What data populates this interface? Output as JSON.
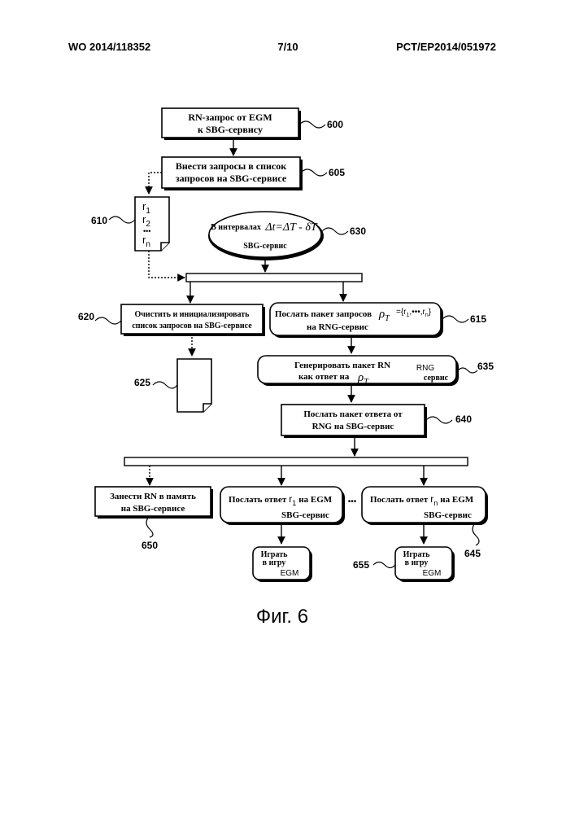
{
  "header": {
    "left": "WO 2014/118352",
    "center": "7/10",
    "right": "PCT/EP2014/051972"
  },
  "nodes": {
    "n600": {
      "line1": "RN-запрос от EGM",
      "line2": "к SBG-сервису",
      "ref": "600"
    },
    "n605": {
      "line1": "Внести запросы в список",
      "line2": "запросов на SBG-сервисе",
      "ref": "605"
    },
    "n610": {
      "r1": "r",
      "r1_sub": "1",
      "r2": "r",
      "r2_sub": "2",
      "dots": "•••",
      "rn": "r",
      "rn_sub": "n",
      "ref": "610"
    },
    "n630": {
      "prefix": "В интервалах",
      "formula": "Δt=ΔT - δT",
      "line2": "SBG-сервис",
      "ref": "630"
    },
    "n620": {
      "line1": "Очистить и инициализировать",
      "line2": "список запросов на SBG-сервисе",
      "ref": "620"
    },
    "n615": {
      "line1": "Послать пакет запросов",
      "rho": "ρ",
      "rho_sub": "T",
      "set": "={r",
      "set_sub1": "1",
      "set_mid": ",•••,r",
      "set_subn": "n",
      "set_end": "}",
      "line2": "на RNG-сервис",
      "ref": "615"
    },
    "n625": {
      "ref": "625"
    },
    "n635": {
      "line1": "Генерировать пакет RN",
      "line2": "как ответ на",
      "rho": "ρ",
      "rho_sub": "T",
      "tag1": "RNG",
      "tag2": "сервис",
      "ref": "635"
    },
    "n640": {
      "line1": "Послать пакет ответа от",
      "line2": "RNG на SBG-сервис",
      "ref": "640"
    },
    "n650": {
      "line1": "Занести RN в память",
      "line2": "на SBG-сервисе",
      "ref": "650"
    },
    "nLeftSend": {
      "line1a": "Послать ответ",
      "r": "r",
      "r_sub": "1",
      "line1b": "на EGM",
      "line2": "SBG-сервис"
    },
    "nRightSend": {
      "line1a": "Послать ответ",
      "r": "r",
      "r_sub": "n",
      "line1b": "на EGM",
      "line2": "SBG-сервис",
      "ref": "645"
    },
    "between": "•••",
    "playLeft": {
      "line1": "Играть",
      "line2": "в игру",
      "line3": "EGM"
    },
    "playRight": {
      "line1": "Играть",
      "line2": "в игру",
      "line3": "EGM",
      "ref": "655"
    }
  },
  "caption": "Фиг. 6"
}
